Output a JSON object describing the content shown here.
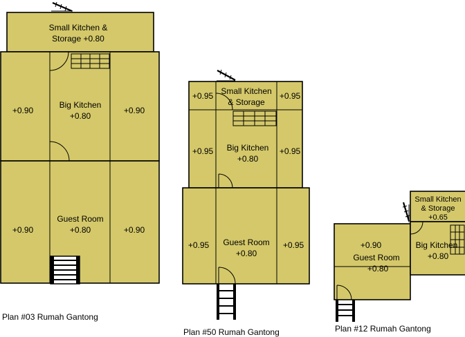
{
  "plans": [
    {
      "caption": "Plan #03 Rumah Gantong",
      "rooms": {
        "small_kitchen": [
          "Small Kitchen &",
          "Storage +0.80"
        ],
        "left_top": "+0.90",
        "big_kitchen": [
          "Big Kitchen",
          "+0.80"
        ],
        "right_top": "+0.90",
        "left_bottom": "+0.90",
        "guest_room": [
          "Guest Room",
          "+0.80"
        ],
        "right_bottom": "+0.90"
      }
    },
    {
      "caption": "Plan #50 Rumah Gantong",
      "rooms": {
        "left_small": "+0.95",
        "small_kitchen": [
          "Small Kitchen",
          "& Storage"
        ],
        "right_small": "+0.95",
        "left_mid": "+0.95",
        "big_kitchen": [
          "Big Kitchen",
          "+0.80"
        ],
        "right_mid": "+0.95",
        "left_bottom": "+0.95",
        "guest_room": [
          "Guest Room",
          "+0.80"
        ],
        "right_bottom": "+0.95"
      }
    },
    {
      "caption": "Plan #12 Rumah Gantong",
      "rooms": {
        "small_kitchen": [
          "Small Kitchen",
          "& Storage",
          "+0.65"
        ],
        "top_left": "+0.90",
        "guest_room": [
          "Guest Room",
          "+0.80"
        ],
        "big_kitchen": [
          "Big Kitchen",
          "+0.80"
        ]
      }
    }
  ]
}
